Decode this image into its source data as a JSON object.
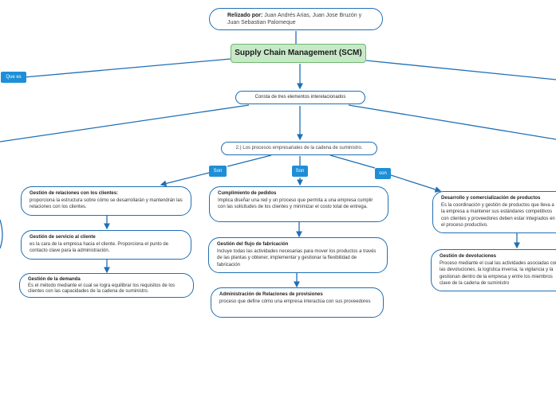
{
  "author": {
    "label": "Relizado por:",
    "names": "Juan Andrés Arias, Juan Jose Bruzón y Juan Sebastian Palomeque"
  },
  "main": {
    "title": "Supply Chain Management (SCM)"
  },
  "tags": {
    "que_es": "Que es",
    "son1": "Son",
    "son2": "Son",
    "son3": "son"
  },
  "consta": "Consta de tres elementos interelacionados",
  "procesos": "2.) Los procesos empresariales de la cadena de suministro.",
  "left": [
    {
      "title": "Gestión de relaciones con los clientes:",
      "body": "proporciona la estructura sobre cómo se desarrollarán y mantendrán las relaciones con los clientes."
    },
    {
      "title": "Gestión de servicio al cliente",
      "body": "es la cara de la empresa hacia el cliente. Proporciona el punto de contacto clave para la administración."
    },
    {
      "title": "Gestión de la demanda",
      "body": "Es el método mediante el cual se logra equilibrar los requisitos de los clientes con las capacidades de la cadena de suministro."
    }
  ],
  "center": [
    {
      "title": "Cumplimiento de pedidos",
      "body": "Implica diseñar una red y un proceso que permita a una empresa cumplir con las solicitudes de los clientes y minimizar el costo total de entrega."
    },
    {
      "title": "Gestión del flujo de fabricación",
      "body": "Incluye todas las actividades necesarias para mover los productos a través de las plantas y obtener, implementar y gestionar la flexibilidad de fabricación"
    },
    {
      "title": "Administración de Relaciones de provisiones",
      "body": "proceso que define cómo una empresa interactúa con sus proveedores"
    }
  ],
  "right": [
    {
      "title": "Desarrollo y comercialización de productos",
      "body": "Es la coordinación y gestión de productos que lleva a la empresa a mantener sus estándares competitivos con clientes y proveedores deben estar integrados en el proceso productivo."
    },
    {
      "title": "Gestión de devoluciones",
      "body": "Proceso mediante el cual las actividades asociadas con las devoluciones, la logística inversa, la vigilancia y la gestionan dentro de la empresa y entre los miembros clave de la cadena de suministro"
    }
  ]
}
